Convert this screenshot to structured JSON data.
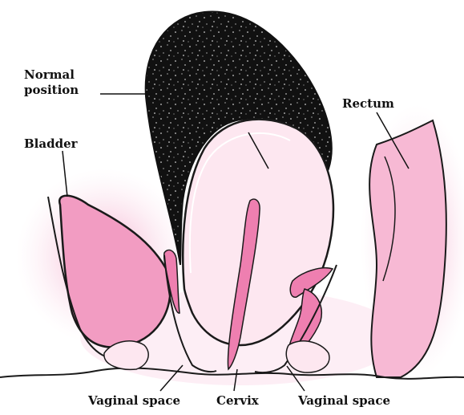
{
  "labels": {
    "normal_position_line1": "Normal",
    "normal_position_line2": "position",
    "bladder": "Bladder",
    "rectum": "Rectum",
    "vaginal_space_left": "Vaginal space",
    "cervix": "Cervix",
    "vaginal_space_right": "Vaginal space"
  },
  "colors": {
    "tissue_pink": "#f3a6c8",
    "light_pink": "#fbe3ee",
    "uterus_black": "#111111",
    "outline": "#1a1a1a"
  }
}
